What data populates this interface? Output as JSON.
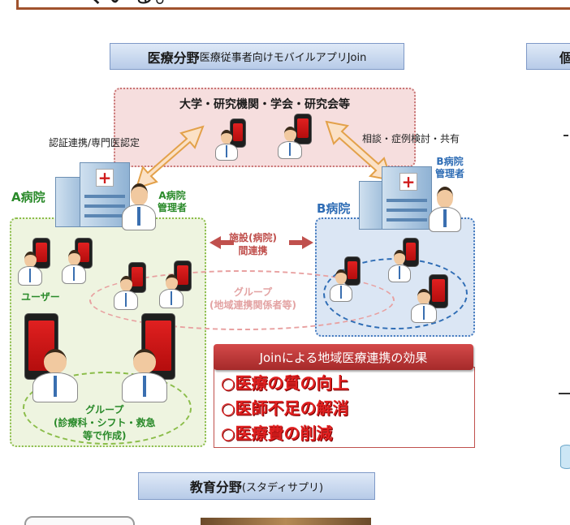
{
  "header": {
    "glyph": "ぐいる。"
  },
  "medical": {
    "title_bold": "医療分野",
    "title_small": "医療従事者向けモバイルアプリJoin",
    "university": "大学・研究機関・学会・研究会等",
    "left_link": "認証連携/専門医認定",
    "right_link": "相談・症例検討・共有",
    "hospital_a": "A病院",
    "manager_a": [
      "A病院",
      "管理者"
    ],
    "hospital_b": "B病院",
    "manager_b": [
      "B病院",
      "管理者"
    ],
    "users": "ユーザー",
    "facility_link": [
      "施設(病院)",
      "間連携"
    ],
    "group_regional": [
      "グループ",
      "(地域連携関係者等)"
    ],
    "group_internal": [
      "グループ",
      "(診療科・シフト・救急",
      "等で作成)"
    ],
    "effect_title": "Joinによる地域医療連携の効果",
    "effects": [
      "○医療の質の向上",
      "○医師不足の解消",
      "○医療費の削減"
    ]
  },
  "right_section": {
    "title_fragment": "個"
  },
  "education": {
    "title_bold": "教育分野",
    "title_small": "(スタディサプリ)"
  },
  "colors": {
    "accent_red": "#e02020",
    "hospital_green": "#2a8a2a",
    "hospital_blue": "#2f6db5",
    "title_blue": "#b7cbe8"
  },
  "icons": [
    "phone-app-icon",
    "doctor-icon",
    "hospital-building-icon",
    "double-arrow-icon"
  ]
}
